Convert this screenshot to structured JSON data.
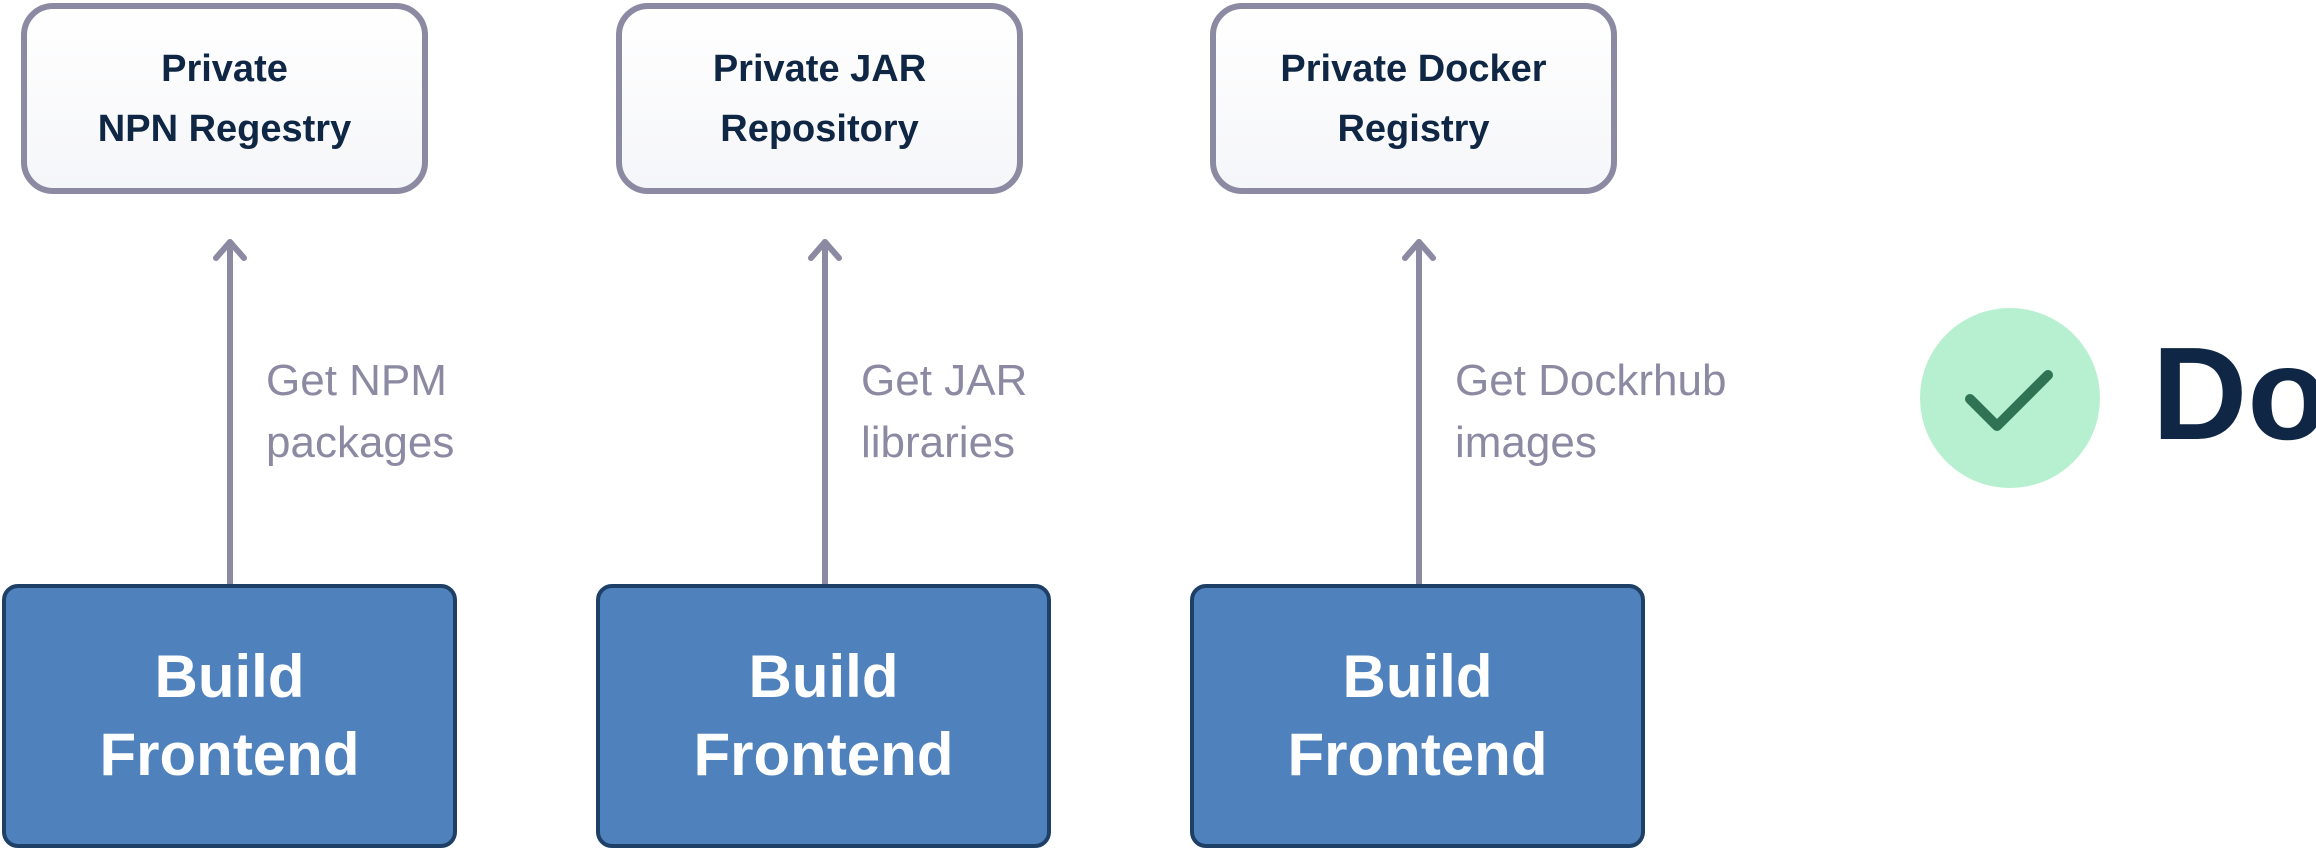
{
  "columns": [
    {
      "registry": [
        "Private",
        "NPN Regestry"
      ],
      "edge_label": [
        "Get NPM",
        "packages"
      ],
      "build": [
        "Build",
        "Frontend"
      ]
    },
    {
      "registry": [
        "Private JAR",
        "Repository"
      ],
      "edge_label": [
        "Get JAR",
        "libraries"
      ],
      "build": [
        "Build",
        "Frontend"
      ]
    },
    {
      "registry": [
        "Private Docker",
        "Registry"
      ],
      "edge_label": [
        "Get Dockrhub",
        "images"
      ],
      "build": [
        "Build",
        "Frontend"
      ]
    }
  ],
  "verdict": {
    "label": "Do",
    "icon": "checkmark-icon"
  },
  "colors": {
    "registry_border": "#8c8aa2",
    "build_fill": "#4f81bd",
    "build_border": "#1e3f66",
    "arrow": "#8c8aa2",
    "label_text": "#8c8aa2",
    "title_text": "#0f2744",
    "badge_fill": "#b7f0d0",
    "check_stroke": "#2f7254"
  }
}
